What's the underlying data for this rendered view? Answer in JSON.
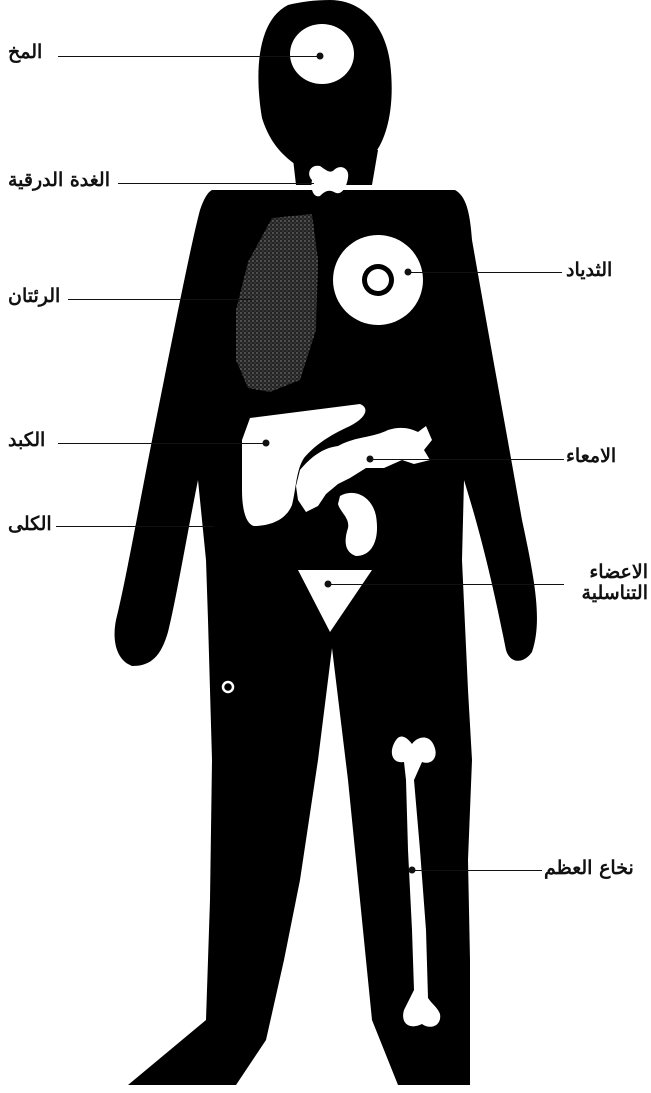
{
  "figure": {
    "labels": {
      "brain": "المخ",
      "thyroid": "الغدة الدرقية",
      "lungs": "الرئتان",
      "liver": "الكبد",
      "kidneys": "الكلى",
      "breast": "الثدياد",
      "intestines": "الامعاء",
      "genitals_line1": "الاعضاء",
      "genitals_line2": "التناسلية",
      "bone_marrow": "نخاع العظم"
    },
    "colors": {
      "silhouette": "#000000",
      "organ": "#ffffff",
      "text": "#111111"
    }
  }
}
